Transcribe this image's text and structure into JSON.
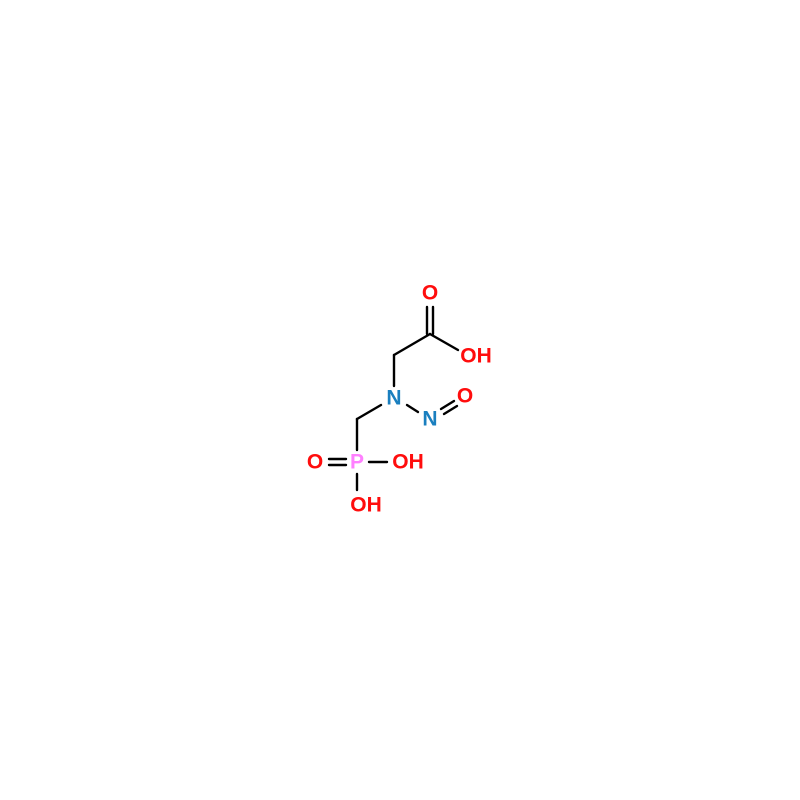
{
  "molecule": {
    "atoms": {
      "o_carbonyl": {
        "label": "O",
        "color": "#ff0d0d"
      },
      "oh_carboxyl": {
        "label": "OH",
        "color": "#ff0d0d"
      },
      "n_amine": {
        "label": "N",
        "color": "#1a7fbf"
      },
      "n_nitroso": {
        "label": "N",
        "color": "#1a7fbf"
      },
      "o_nitroso": {
        "label": "O",
        "color": "#ff0d0d"
      },
      "p": {
        "label": "P",
        "color": "#ff80ff"
      },
      "o_phosphoryl": {
        "label": "O",
        "color": "#ff0d0d"
      },
      "oh_p_right": {
        "label": "OH",
        "color": "#ff0d0d"
      },
      "oh_p_bottom": {
        "label": "OH",
        "color": "#ff0d0d"
      }
    }
  }
}
